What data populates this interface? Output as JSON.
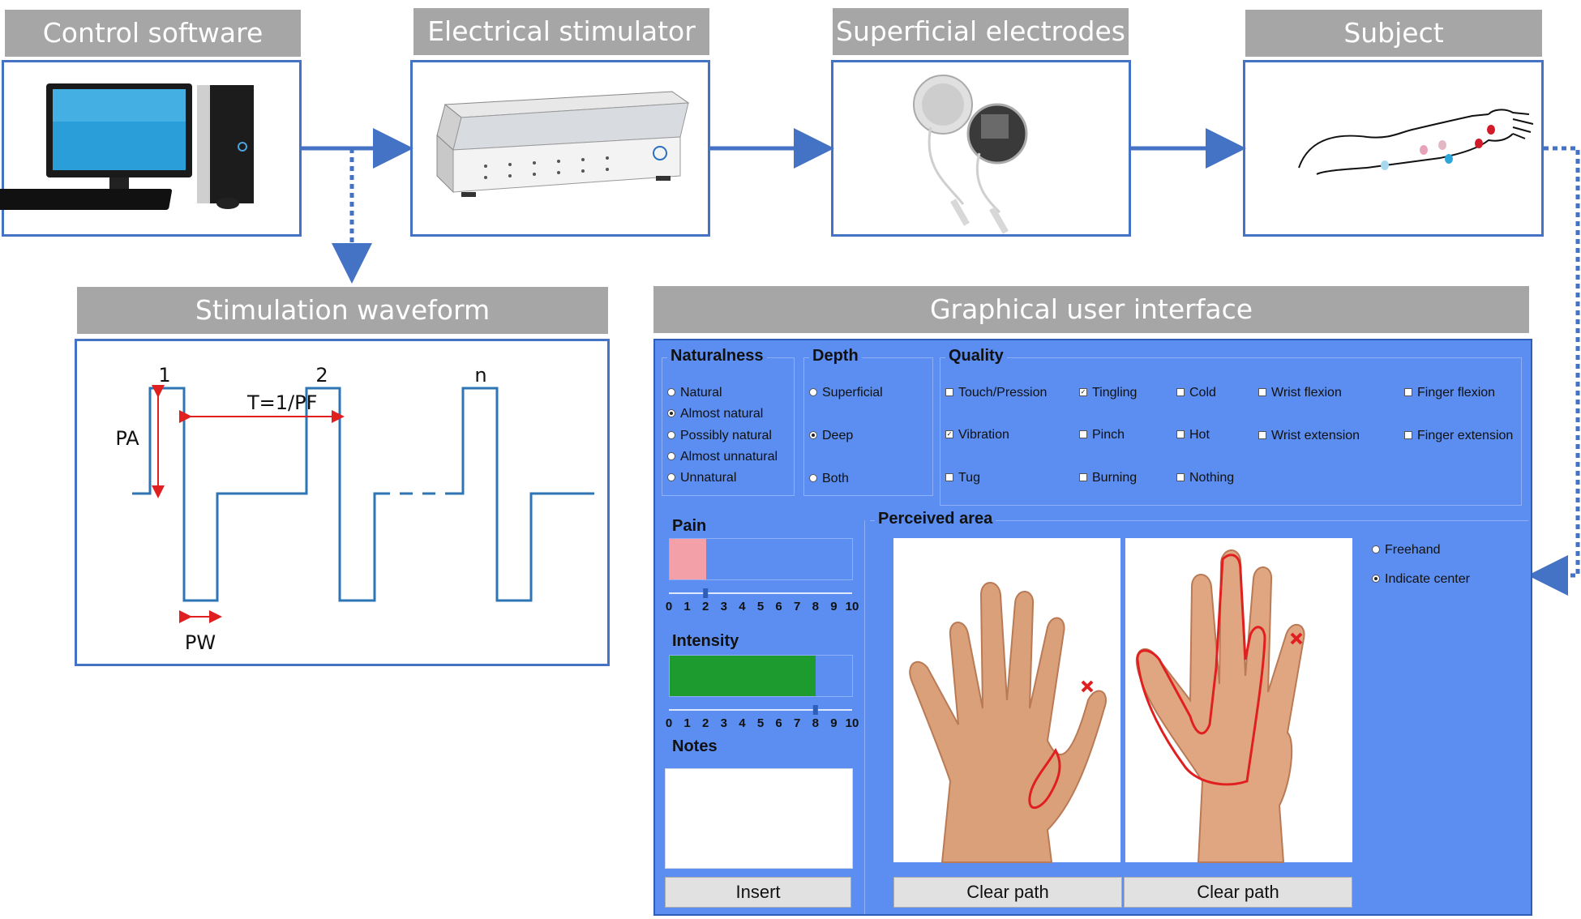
{
  "pipeline": {
    "control_software": "Control software",
    "electrical_stimulator": "Electrical stimulator",
    "superficial_electrodes": "Superficial electrodes",
    "subject": "Subject",
    "stimulation_waveform": "Stimulation waveform",
    "gui": "Graphical user interface"
  },
  "waveform": {
    "pulse_labels": [
      "1",
      "2",
      "n"
    ],
    "period_label": "T=1/PF",
    "amplitude_label": "PA",
    "width_label": "PW"
  },
  "gui": {
    "naturalness": {
      "title": "Naturalness",
      "options": [
        "Natural",
        "Almost natural",
        "Possibly natural",
        "Almost unnatural",
        "Unnatural"
      ],
      "selected": "Almost natural"
    },
    "depth": {
      "title": "Depth",
      "options": [
        "Superficial",
        "Deep",
        "Both"
      ],
      "selected": "Deep"
    },
    "quality": {
      "title": "Quality",
      "options": [
        "Touch/Pression",
        "Tingling",
        "Cold",
        "Wrist flexion",
        "Finger flexion",
        "Vibration",
        "Pinch",
        "Hot",
        "Wrist extension",
        "Finger extension",
        "Tug",
        "Burning",
        "Nothing"
      ],
      "checked": [
        "Tingling",
        "Vibration"
      ]
    },
    "pain": {
      "title": "Pain",
      "value": 2,
      "max": 10,
      "color": "#f4a0a8"
    },
    "intensity": {
      "title": "Intensity",
      "value": 8,
      "max": 10,
      "color": "#1e9b2e"
    },
    "scale_ticks": [
      "0",
      "1",
      "2",
      "3",
      "4",
      "5",
      "6",
      "7",
      "8",
      "9",
      "10"
    ],
    "notes": {
      "title": "Notes",
      "value": ""
    },
    "insert_button": "Insert",
    "perceived_area": {
      "title": "Perceived area",
      "modes": [
        "Freehand",
        "Indicate center"
      ],
      "selected_mode": "Indicate center",
      "clear_buttons": [
        "Clear path",
        "Clear path"
      ]
    }
  },
  "colors": {
    "accent": "#4472c4",
    "header_gray": "#a6a6a6",
    "gui_bg": "#5b8ef0",
    "waveform": "#2e75b6",
    "marker_red": "#e02020"
  }
}
